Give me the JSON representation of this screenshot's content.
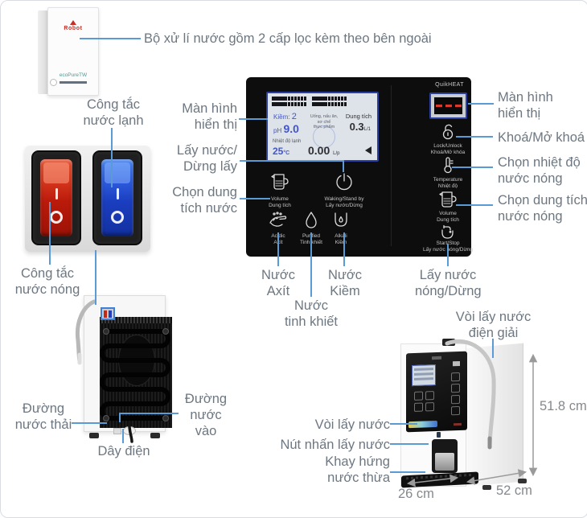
{
  "colors": {
    "leader_blue": "#5b9bd5",
    "label_gray": "#6d7781",
    "dim_gray": "#85898d",
    "panel_black": "#0d0d0d",
    "lcd_border_blue": "#2a3f9f",
    "lcd_text_blue": "#4456c7",
    "switch_red": "#c21d0c",
    "switch_blue": "#1b3fb0",
    "heat_dash_red": "#d93a2e"
  },
  "annotations": {
    "filter_note": "Bộ xử lí nước gồm 2 cấp lọc kèm theo bên ngoài",
    "cold_switch": "Công tắc\nnước lạnh",
    "hot_switch": "Công tắc\nnước nóng",
    "display_left": "Màn hình\nhiển thị",
    "dispense_stop": "Lấy nước/\nDừng lấy",
    "volume_select": "Chọn dung\ntích nước",
    "acid_water": "Nước\nAxít",
    "purified_water": "Nước\ntinh khiết",
    "alkaline_water": "Nước\nKiềm",
    "hot_dispense": "Lấy nước\nnóng/Dừng",
    "display_right": "Màn hình\nhiển thị",
    "lock_unlock": "Khoá/Mở khoá",
    "hot_temp_select": "Chọn nhiệt độ\nnước nóng",
    "hot_volume_select": "Chọn dung tích\nnước nóng",
    "waste_line": "Đường\nnước thải",
    "power_cord": "Dây điện",
    "inlet_line": "Đường\nnước vào",
    "ionized_spout": "Vòi lấy nước\nđiện giải",
    "water_spout": "Vòi lấy nước",
    "dispense_button": "Nút nhấn lấy nước",
    "drip_tray": "Khay hứng\nnước thừa"
  },
  "dimensions": {
    "height": "51.8 cm",
    "depth": "52 cm",
    "width": "26 cm"
  },
  "panel": {
    "quikheat": "QuikHEAT",
    "lcd": {
      "alkaline_label": "Kiềm:",
      "alkaline_value": "2",
      "ph_label": "pH",
      "ph_value": "9.0",
      "usage_note": "Uống, nấu ăn,\nsơ chế\nthực phẩm",
      "volume_label": "Dung tích",
      "volume_value": "0.3",
      "volume_unit": "L/1",
      "cold_temp_label": "Nhiệt độ lạnh",
      "cold_temp_value": "25",
      "cold_temp_unit": "°C",
      "flow_value": "0.00",
      "flow_unit": "L/p"
    },
    "buttons": {
      "volume": {
        "en": "Volume",
        "vi": "Dung tích"
      },
      "standby": {
        "en": "Waking/Stand by",
        "vi": "Lấy nước/Dừng"
      },
      "acidic": {
        "en": "Acidic",
        "vi": "Axít"
      },
      "purified": {
        "en": "Purified",
        "vi": "Tinh khiết"
      },
      "alkali": {
        "en": "Alkali",
        "vi": "Kiềm"
      },
      "lock": {
        "en": "Lock/Unlock",
        "vi": "Khoá/Mở khóa"
      },
      "temperature": {
        "en": "Temperature",
        "vi": "Nhiệt độ"
      },
      "volume_hot": {
        "en": "Volume",
        "vi": "Dung tích"
      },
      "startstop": {
        "en": "Start/Stop",
        "vi": "Lấy nước nóng/Dừng"
      }
    }
  },
  "devices": {
    "filter_logo": "Robot",
    "filter_brand": "ecoPureTW"
  }
}
